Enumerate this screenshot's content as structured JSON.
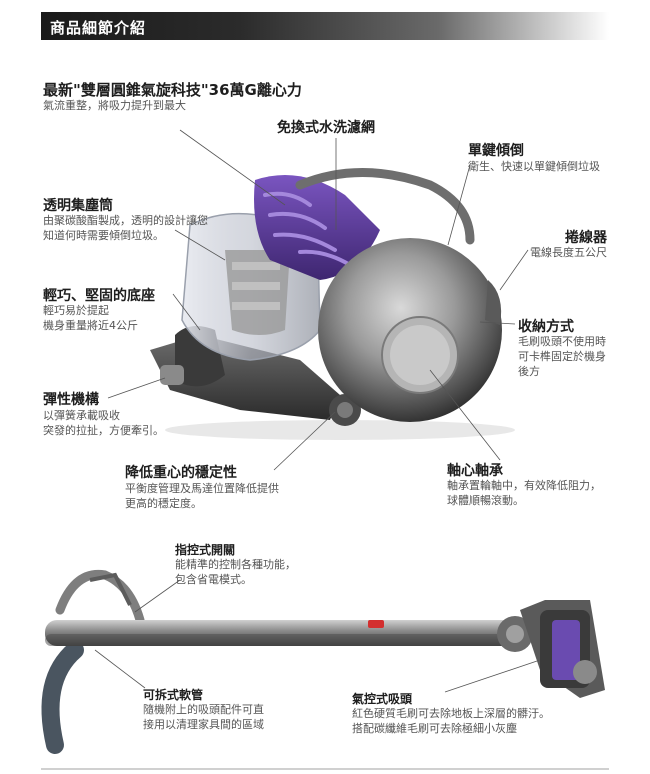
{
  "header": {
    "title": "商品細節介紹"
  },
  "features": {
    "headline": {
      "title": "最新\"雙層圓錐氣旋科技\"36萬G離心力",
      "desc": "氣流重整，將吸力提升到最大"
    },
    "filter": {
      "title": "免換式水洗濾網"
    },
    "empty": {
      "title": "單鍵傾倒",
      "desc": "衛生、快速以單鍵傾倒垃圾"
    },
    "bin": {
      "title": "透明集塵筒",
      "desc1": "由聚碳酸酯製成，透明的設計讓您",
      "desc2": "知道何時需要傾倒垃圾。"
    },
    "cord": {
      "title": "捲線器",
      "desc": "電線長度五公尺"
    },
    "base": {
      "title": "輕巧、堅固的底座",
      "desc1": "輕巧易於提起",
      "desc2": "機身重量將近4公斤"
    },
    "storage": {
      "title": "收納方式",
      "desc1": "毛刷吸頭不使用時",
      "desc2": "可卡榫固定於機身",
      "desc3": "後方"
    },
    "spring": {
      "title": "彈性機構",
      "desc1": "以彈簧承載吸收",
      "desc2": "突發的拉扯，方便牽引。"
    },
    "gravity": {
      "title": "降低重心的穩定性",
      "desc1": "平衡度管理及馬達位置降低提供",
      "desc2": "更高的穩定度。"
    },
    "wheel": {
      "title": "軸心軸承",
      "desc1": "軸承置輪軸中，有效降低阻力，",
      "desc2": "球體順暢滾動。"
    }
  },
  "wand": {
    "trigger": {
      "title": "指控式開關",
      "desc1": "能精準的控制各種功能，",
      "desc2": "包含省電模式。"
    },
    "hose": {
      "title": "可拆式軟管",
      "desc1": "隨機附上的吸頭配件可直",
      "desc2": "接用以清理家具間的區域"
    },
    "head": {
      "title": "氣控式吸頭",
      "desc1": "紅色硬質毛刷可去除地板上深層的髒汙。",
      "desc2": "搭配碳纖維毛刷可去除極細小灰塵"
    }
  },
  "colors": {
    "purple": "#5b3b9c",
    "metal": "#8a8a8a",
    "dark": "#2e2e2e",
    "accent_red": "#d32f2f"
  },
  "icons": [
    "vacuum-body-illustration",
    "vacuum-wand-illustration"
  ]
}
